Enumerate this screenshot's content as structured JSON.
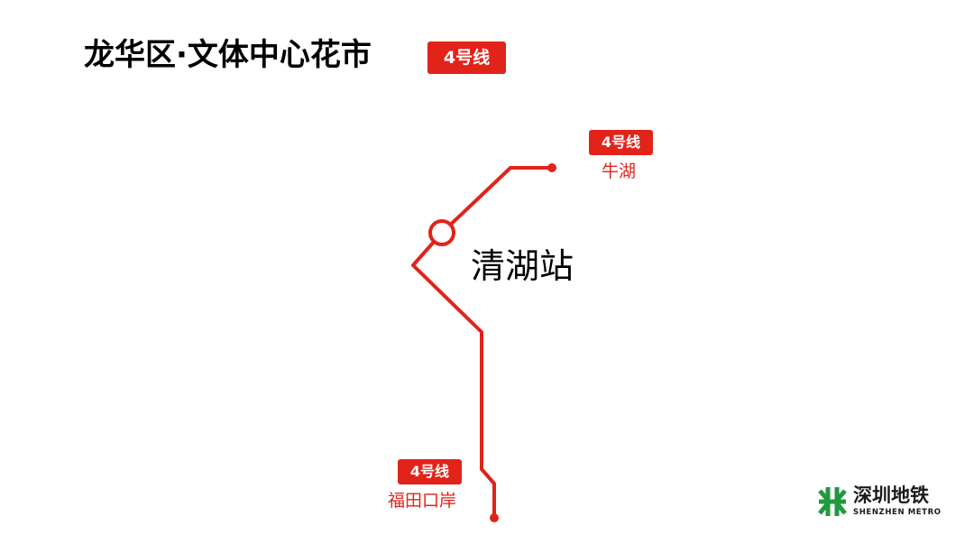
{
  "header": {
    "title": "龙华区·文体中心花市",
    "line_badge": "4号线"
  },
  "station": {
    "name": "清湖站"
  },
  "termini": {
    "north": {
      "line_badge": "4号线",
      "name": "牛湖"
    },
    "south": {
      "line_badge": "4号线",
      "name": "福田口岸"
    }
  },
  "logo": {
    "name_cn": "深圳地铁",
    "name_en": "SHENZHEN METRO",
    "icon": "shenzhen-metro-logo-icon"
  },
  "colors": {
    "line_4": "#e2231a",
    "logo_green": "#1f9a3e",
    "text": "#000000"
  }
}
